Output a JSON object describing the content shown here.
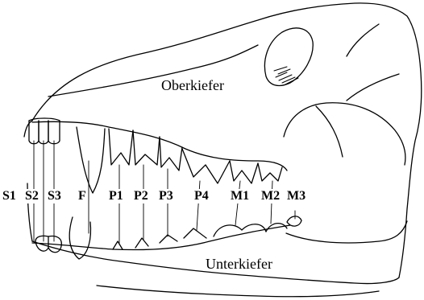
{
  "labels": {
    "upper_jaw": "Oberkiefer",
    "lower_jaw": "Unterkiefer"
  },
  "teeth": [
    "S1",
    "S2",
    "S3",
    "F",
    "P1",
    "P2",
    "P3",
    "P4",
    "M1",
    "M2",
    "M3"
  ],
  "colors": {
    "line": "#000000",
    "background": "#ffffff"
  }
}
